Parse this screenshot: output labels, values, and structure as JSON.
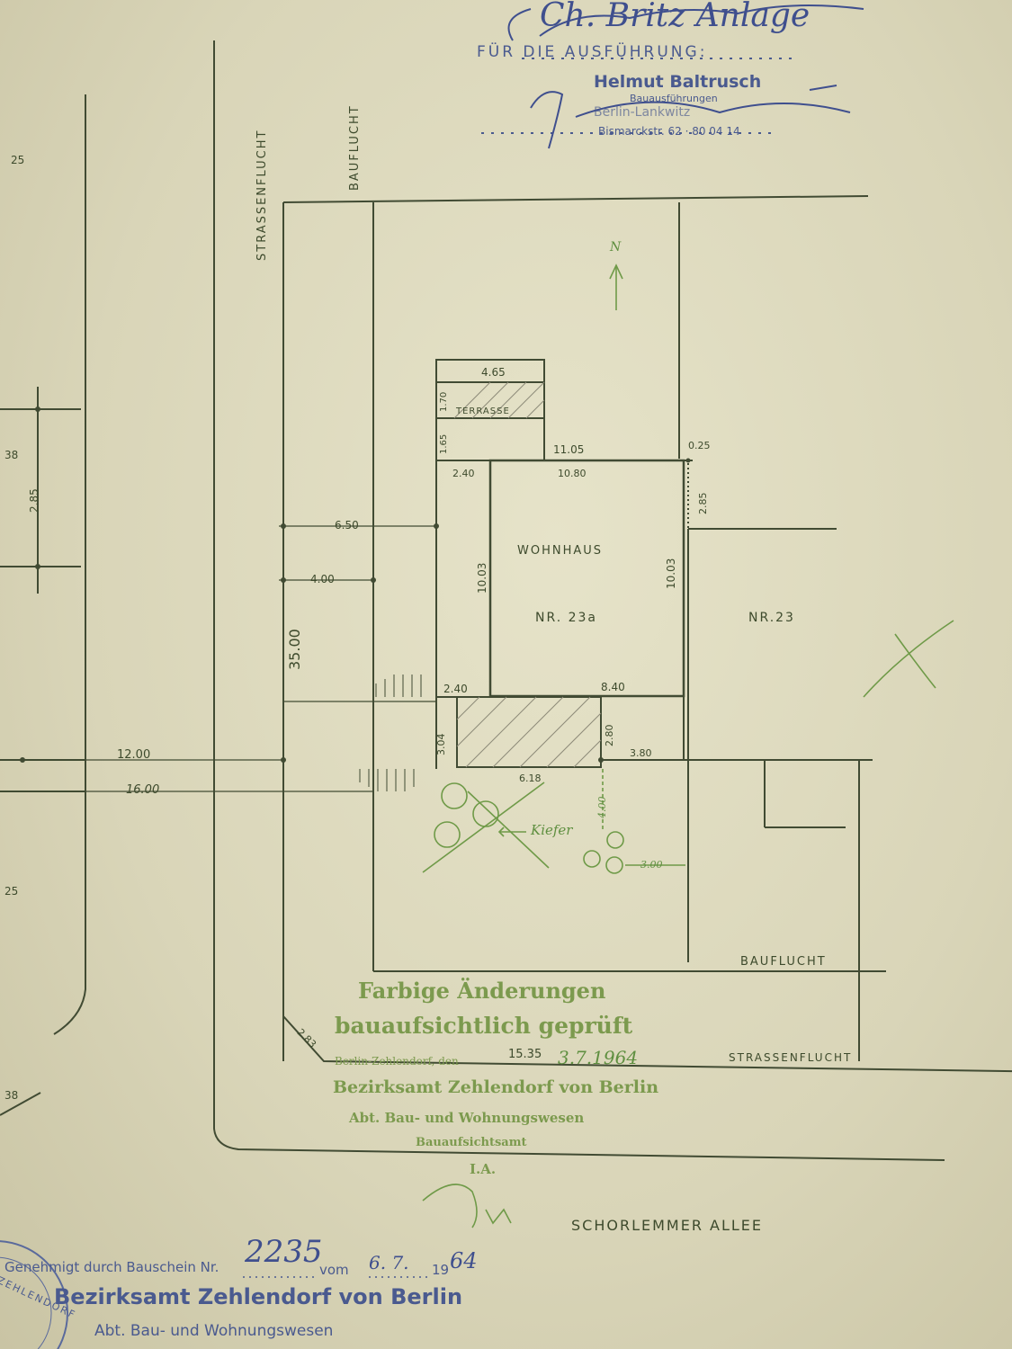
{
  "header": {
    "signature_top": "Ch. Britz Anlage",
    "execution_label": "FÜR DIE AUSFÜHRUNG:",
    "contractor_name": "Helmut Baltrusch",
    "contractor_sub": "Bauausführungen",
    "contractor_city": "Berlin-Lankwitz",
    "contractor_address": "Bismarckstr. 62 · 80 04 14"
  },
  "streets": {
    "strassenflucht_left": "STRASSENFLUCHT",
    "bauflucht_left": "BAUFLUCHT",
    "bauflucht_bottom": "BAUFLUCHT",
    "strassenflucht_bottom": "STRASSENFLUCHT",
    "street_name": "SCHORLEMMER ALLEE",
    "north": "N"
  },
  "building": {
    "title": "WOHNHAUS",
    "number": "NR. 23a",
    "neighbor": "NR.23",
    "terrace": "TERRASSE"
  },
  "dimensions": {
    "terrace_width": "4.65",
    "terrace_depth": "1.70",
    "terrace_offset": "1.65",
    "top_total": "11.05",
    "top_house": "10.80",
    "top_right_step": "0.25",
    "right_step_depth": "2.85",
    "left_margin": "2.40",
    "dist_6_50": "6.50",
    "dist_4_00": "4.00",
    "house_depth_left": "10.03",
    "house_depth_right": "10.03",
    "plot_depth": "35.00",
    "bottom_left": "2.40",
    "bottom_right": "8.40",
    "garage_left_height": "3.04",
    "garage_right_height": "2.80",
    "garage_side": "3.80",
    "garage_width": "6.18",
    "dist_12": "12.00",
    "dist_16": "16.00",
    "tree_dist": "4.00",
    "tree_width": "3.00",
    "corner": "2.83",
    "street_width": "15.35",
    "left_25_top": "25",
    "left_38_top": "38",
    "left_2_85": "2.85",
    "left_25_bottom": "25",
    "left_38_bottom": "38"
  },
  "tree_note": "Kiefer",
  "approval_stamp": {
    "line1": "Farbige Änderungen",
    "line2": "bauaufsichtlich geprüft",
    "line3": "Berlin-Zehlendorf, den",
    "date_hand": "3.7.1964",
    "line4": "Bezirksamt Zehlendorf von Berlin",
    "line5": "Abt. Bau- und Wohnungswesen",
    "line6": "Bauaufsichtsamt",
    "line7": "I.A."
  },
  "footer": {
    "approved_label": "Genehmigt durch Bauschein Nr.",
    "permit_no": "2235",
    "vom": "vom",
    "date_day": "6. 7.",
    "date_year_prefix": "19",
    "date_year_suffix": "64",
    "office": "Bezirksamt Zehlendorf von Berlin",
    "dept": "Abt. Bau- und Wohnungswesen",
    "seal": "ZEHLENDORF"
  },
  "colors": {
    "ink": "#3d4a2c",
    "green": "#6f9a48",
    "blue": "#3f4f8e",
    "paper": "#e2dfc4"
  }
}
